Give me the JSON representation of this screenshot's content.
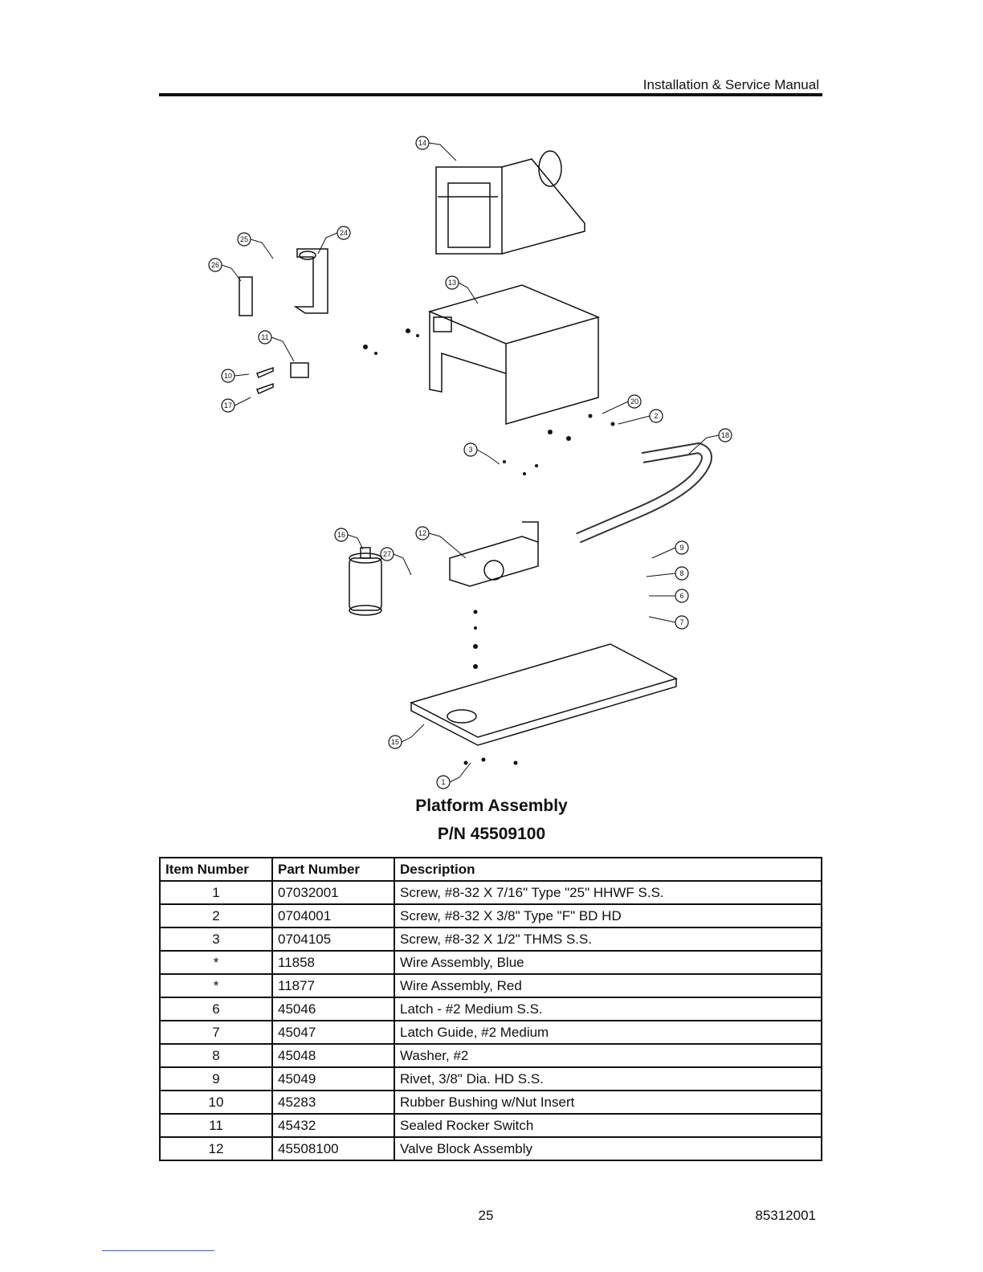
{
  "header": {
    "title": "Installation & Service Manual"
  },
  "figure": {
    "title": "Platform Assembly",
    "part_number": "P/N 45509100",
    "callouts": [
      "14",
      "25",
      "24",
      "26",
      "11",
      "10",
      "17",
      "13",
      "20",
      "2",
      "18",
      "3",
      "16",
      "12",
      "27",
      "9",
      "8",
      "6",
      "7",
      "15",
      "1"
    ]
  },
  "table": {
    "headers": [
      "Item Number",
      "Part Number",
      "Description"
    ],
    "rows": [
      {
        "item": "1",
        "part": "07032001",
        "desc": "Screw, #8-32 X 7/16\" Type \"25\" HHWF S.S."
      },
      {
        "item": "2",
        "part": "0704001",
        "desc": "Screw, #8-32 X 3/8\" Type \"F\" BD HD"
      },
      {
        "item": "3",
        "part": "0704105",
        "desc": "Screw, #8-32 X 1/2\" THMS S.S."
      },
      {
        "item": "*",
        "part": "11858",
        "desc": "Wire Assembly, Blue"
      },
      {
        "item": "*",
        "part": "11877",
        "desc": "Wire Assembly, Red"
      },
      {
        "item": "6",
        "part": "45046",
        "desc": "Latch - #2 Medium S.S."
      },
      {
        "item": "7",
        "part": "45047",
        "desc": "Latch Guide, #2 Medium"
      },
      {
        "item": "8",
        "part": "45048",
        "desc": "Washer, #2"
      },
      {
        "item": "9",
        "part": "45049",
        "desc": "Rivet, 3/8\" Dia. HD S.S."
      },
      {
        "item": "10",
        "part": "45283",
        "desc": "Rubber Bushing w/Nut Insert"
      },
      {
        "item": "11",
        "part": "45432",
        "desc": "Sealed Rocker Switch"
      },
      {
        "item": "12",
        "part": "45508100",
        "desc": "Valve Block Assembly"
      }
    ]
  },
  "footer": {
    "page": "25",
    "doc_number": "85312001"
  }
}
